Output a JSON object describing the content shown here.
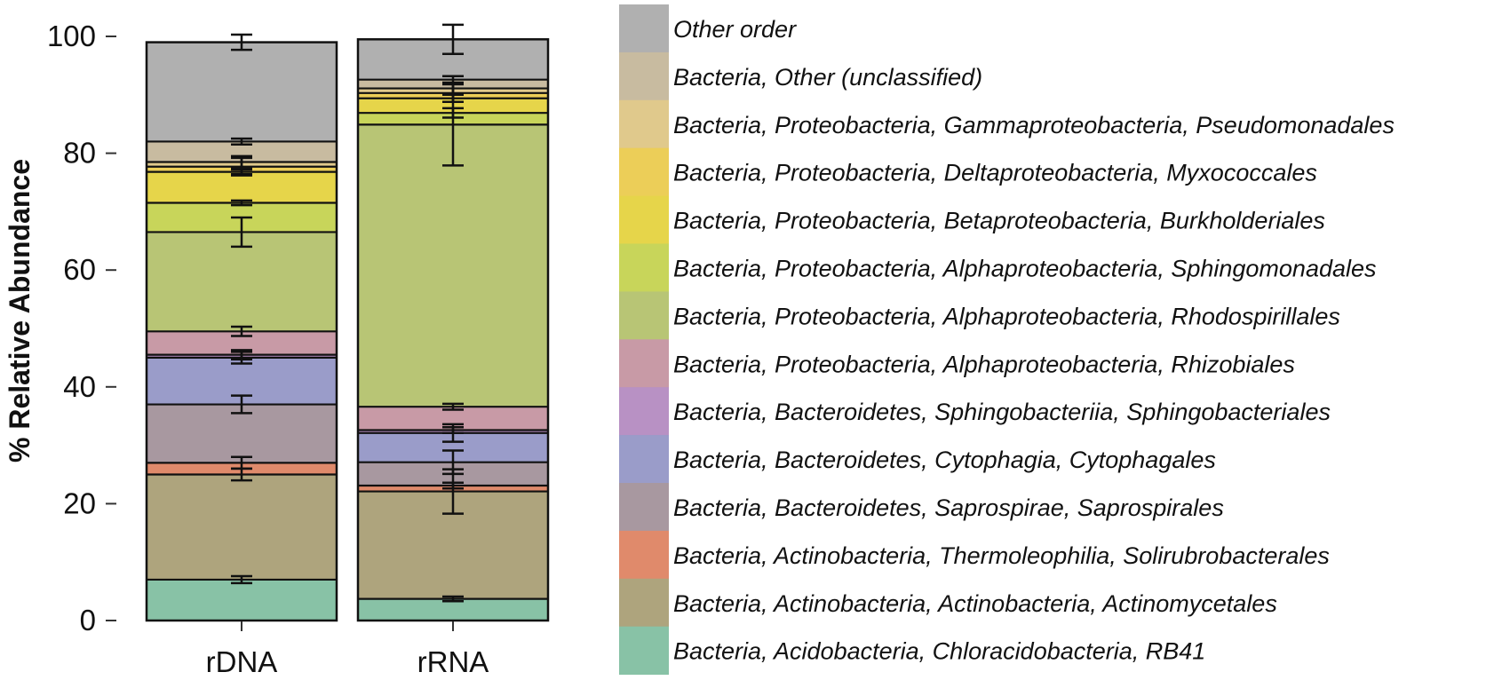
{
  "chart_data": {
    "type": "bar",
    "stacked": true,
    "categories": [
      "rDNA",
      "rRNA"
    ],
    "ylabel": "% Relative Abundance",
    "ylim": [
      0,
      100
    ],
    "yticks": [
      0,
      20,
      40,
      60,
      80,
      100
    ],
    "grid": false,
    "legend_position": "right",
    "series": [
      {
        "name": "Bacteria, Acidobacteria, Chloracidobacteria, RB41",
        "color": "#88c2a6",
        "values": [
          7.0,
          3.7
        ],
        "errors": [
          0.6,
          0.4
        ]
      },
      {
        "name": "Bacteria, Actinobacteria, Actinobacteria, Actinomycetales",
        "color": "#aea47d",
        "values": [
          18.0,
          18.4
        ],
        "errors": [
          1.0,
          3.8
        ]
      },
      {
        "name": "Bacteria, Actinobacteria, Thermoleophilia, Solirubrobacterales",
        "color": "#e08a6b",
        "values": [
          2.0,
          1.0
        ],
        "errors": [
          1.0,
          0.5
        ]
      },
      {
        "name": "Bacteria, Bacteroidetes, Saprospirae, Saprospirales",
        "color": "#a898a0",
        "values": [
          10.0,
          4.0
        ],
        "errors": [
          1.5,
          2.0
        ]
      },
      {
        "name": "Bacteria, Bacteroidetes, Cytophagia, Cytophagales",
        "color": "#9a9cc9",
        "values": [
          8.0,
          5.0
        ],
        "errors": [
          1.0,
          1.5
        ]
      },
      {
        "name": "Bacteria, Bacteroidetes, Sphingobacteriia, Sphingobacteriales",
        "color": "#b891c4",
        "values": [
          0.5,
          0.5
        ],
        "errors": [
          0.8,
          0.5
        ]
      },
      {
        "name": "Bacteria, Proteobacteria, Alphaproteobacteria, Rhizobiales",
        "color": "#c89aa6",
        "values": [
          4.0,
          4.0
        ],
        "errors": [
          0.8,
          0.5
        ]
      },
      {
        "name": "Bacteria, Proteobacteria, Alphaproteobacteria, Rhodospirillales",
        "color": "#b8c575",
        "values": [
          17.0,
          48.3
        ],
        "errors": [
          2.5,
          7.0
        ]
      },
      {
        "name": "Bacteria, Proteobacteria, Alphaproteobacteria, Sphingomonadales",
        "color": "#c8d55a",
        "values": [
          5.0,
          2.0
        ],
        "errors": [
          0.4,
          0.8
        ]
      },
      {
        "name": "Bacteria, Proteobacteria, Betaproteobacteria, Burkholderiales",
        "color": "#e6d54a",
        "values": [
          5.3,
          2.5
        ],
        "errors": [
          0.4,
          0.6
        ]
      },
      {
        "name": "Bacteria, Proteobacteria, Deltaproteobacteria, Myxococcales",
        "color": "#ecce58",
        "values": [
          0.9,
          0.9
        ],
        "errors": [
          1.5,
          1.5
        ]
      },
      {
        "name": "Bacteria, Proteobacteria, Gammaproteobacteria, Pseudomonadales",
        "color": "#e0c98c",
        "values": [
          0.8,
          0.8
        ],
        "errors": [
          1.0,
          1.0
        ]
      },
      {
        "name": "Bacteria, Other (unclassified)",
        "color": "#c8bba0",
        "values": [
          3.5,
          1.5
        ],
        "errors": [
          0.5,
          0.6
        ]
      },
      {
        "name": "Other order",
        "color": "#b0b0b0",
        "values": [
          17.0,
          6.9
        ],
        "errors": [
          1.3,
          2.5
        ]
      }
    ]
  }
}
